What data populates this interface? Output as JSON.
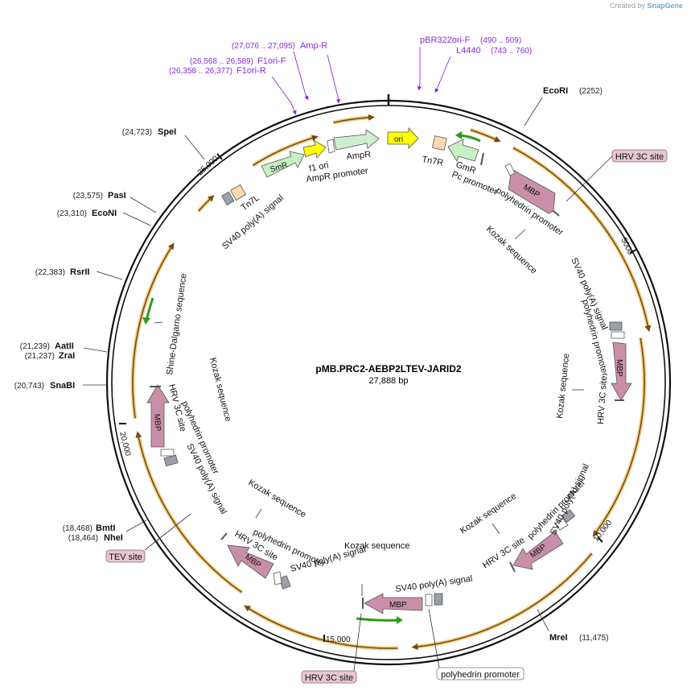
{
  "credit": {
    "prefix": "Created by",
    "brand": "SnapGene"
  },
  "plasmid": {
    "name": "pMB.PRC2-AEBP2LTEV-JARID2",
    "length": "27,888 bp"
  },
  "ticks": [
    "5000",
    "10,000",
    "15,000",
    "20,000",
    "25,000"
  ],
  "enzymes": [
    {
      "name": "EcoRI",
      "pos": "(2252)"
    },
    {
      "name": "MreI",
      "pos": "(11,475)"
    },
    {
      "name": "NheI",
      "pos": "(18,464)"
    },
    {
      "name": "BmtI",
      "pos": "(18,468)"
    },
    {
      "name": "SnaBI",
      "pos": "(20,743)"
    },
    {
      "name": "ZraI",
      "pos": "(21,237)"
    },
    {
      "name": "AatII",
      "pos": "(21,239)"
    },
    {
      "name": "RsrII",
      "pos": "(22,383)"
    },
    {
      "name": "EcoNI",
      "pos": "(23,310)"
    },
    {
      "name": "PasI",
      "pos": "(23,575)"
    },
    {
      "name": "SpeI",
      "pos": "(24,723)"
    }
  ],
  "primers": [
    {
      "name": "Amp-R",
      "pos": "(27,076 .. 27,095)"
    },
    {
      "name": "F1ori-F",
      "pos": "(26,568 .. 26,589)"
    },
    {
      "name": "F1ori-R",
      "pos": "(26,358 .. 26,377)"
    },
    {
      "name": "pBR322ori-F",
      "pos": "(490 .. 509)"
    },
    {
      "name": "L4440",
      "pos": "(743 .. 760)"
    }
  ],
  "boxed_labels": [
    "HRV 3C site",
    "TEV site",
    "HRV 3C site",
    "polyhedrin promoter"
  ],
  "features": {
    "smr": "SmR",
    "f1ori": "f1 ori",
    "ampr": "AmpR",
    "ampr_promoter": "AmpR promoter",
    "ori": "ori",
    "tn7r": "Tn7R",
    "gmr": "GmR",
    "pc_promoter": "Pc promoter",
    "tn7l": "Tn7L",
    "sv40": "SV40 poly(A) signal",
    "polh": "polyhedrin promoter",
    "mbp": "MBP",
    "kozak": "Kozak sequence",
    "hrv": "HRV 3C site",
    "shine": "Shine-Dalgarno sequence"
  },
  "colors": {
    "backbone": "#111111",
    "orf_gold": "#e8a82a",
    "orf_core": "#7a4a10",
    "mbp": "#c98fa8",
    "smr": "#c7f0c5",
    "ori": "#ffff00",
    "f1ori": "#ffff00",
    "ampr": "#cfeecf",
    "tn7": "#ffd9b0",
    "sv40": "#9aa0a6",
    "green_arrow": "#2e9a1a",
    "primer": "#8a2be2",
    "site_box": "#e8c5d2"
  }
}
